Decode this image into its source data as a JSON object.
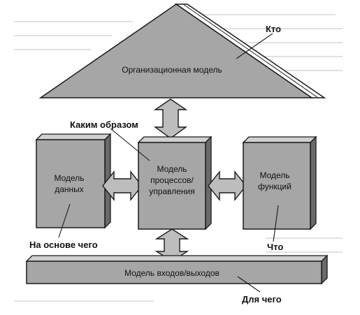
{
  "diagram": {
    "organizational_model": "Организационная модель",
    "process_model": [
      "Модель",
      "процессов/",
      "управления"
    ],
    "data_model": [
      "Модель",
      "данных"
    ],
    "function_model": [
      "Модель",
      "функций"
    ],
    "io_model": "Модель входов/выходов",
    "questions": {
      "who": "Кто",
      "how": "Каким образом",
      "based_on_what": "На основе чего",
      "what": "Что",
      "for_what": "Для чего"
    }
  },
  "colors": {
    "box_fill": "#a6a6a6",
    "box_side": "#6a6a6a",
    "box_top": "#d0d0d0",
    "arrow_fill": "#bdbdbd",
    "outline": "#1a1a1a"
  }
}
